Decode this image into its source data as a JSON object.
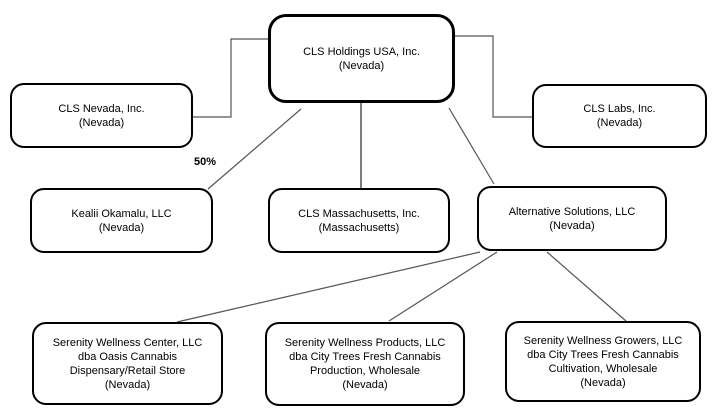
{
  "diagram": {
    "title": "CLS Holdings USA corporate structure chart",
    "nodes": {
      "cls_holdings": {
        "lines": [
          "CLS Holdings USA, Inc.",
          "(Nevada)"
        ]
      },
      "cls_nevada": {
        "lines": [
          "CLS Nevada, Inc.",
          "(Nevada)"
        ]
      },
      "cls_labs": {
        "lines": [
          "CLS Labs, Inc.",
          "(Nevada)"
        ]
      },
      "kealii_okamalu": {
        "lines": [
          "Kealii Okamalu, LLC",
          "(Nevada)"
        ]
      },
      "cls_massachusetts": {
        "lines": [
          "CLS Massachusetts, Inc.",
          "(Massachusetts)"
        ]
      },
      "alternative_solutions": {
        "lines": [
          "Alternative Solutions, LLC",
          "(Nevada)"
        ]
      },
      "serenity_center": {
        "lines": [
          "Serenity Wellness Center, LLC",
          "dba Oasis Cannabis",
          "Dispensary/Retail Store",
          "(Nevada)"
        ]
      },
      "serenity_products": {
        "lines": [
          "Serenity Wellness Products, LLC",
          "dba City Trees Fresh Cannabis",
          "Production, Wholesale",
          "(Nevada)"
        ]
      },
      "serenity_growers": {
        "lines": [
          "Serenity Wellness Growers, LLC",
          "dba City Trees Fresh Cannabis",
          "Cultivation, Wholesale",
          "(Nevada)"
        ]
      }
    },
    "edges": [
      {
        "from": "cls_holdings",
        "to": "cls_nevada",
        "label": ""
      },
      {
        "from": "cls_holdings",
        "to": "cls_labs",
        "label": ""
      },
      {
        "from": "cls_holdings",
        "to": "kealii_okamalu",
        "label": "50%"
      },
      {
        "from": "cls_holdings",
        "to": "cls_massachusetts",
        "label": ""
      },
      {
        "from": "cls_holdings",
        "to": "alternative_solutions",
        "label": ""
      },
      {
        "from": "alternative_solutions",
        "to": "serenity_center",
        "label": ""
      },
      {
        "from": "alternative_solutions",
        "to": "serenity_products",
        "label": ""
      },
      {
        "from": "alternative_solutions",
        "to": "serenity_growers",
        "label": ""
      }
    ],
    "edge_labels": {
      "ownership_pct": "50%"
    },
    "colors": {
      "box_border": "#000000",
      "box_fill": "#ffffff",
      "connector": "#555555",
      "text": "#000000"
    }
  }
}
